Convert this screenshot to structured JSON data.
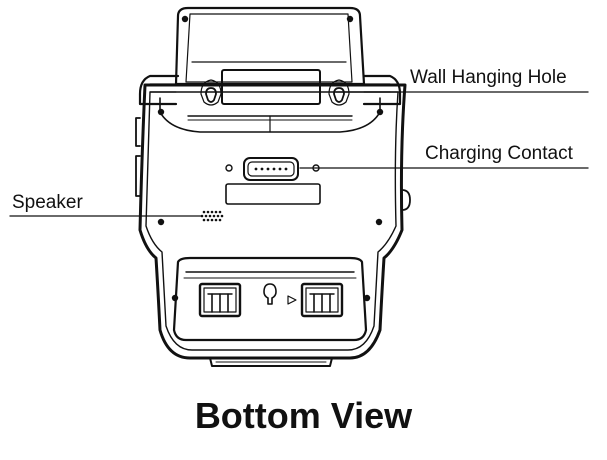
{
  "diagram": {
    "title": "Bottom View",
    "callouts": {
      "wall_hanging_hole": "Wall Hanging Hole",
      "charging_contact": "Charging Contact",
      "speaker": "Speaker"
    },
    "colors": {
      "line": "#111111",
      "background": "#ffffff"
    }
  }
}
